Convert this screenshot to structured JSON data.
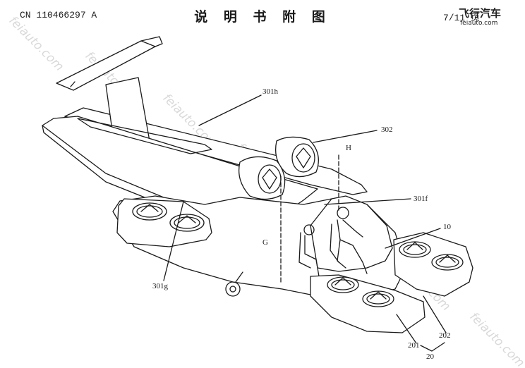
{
  "header": {
    "patent_number": "CN 110466297 A",
    "title": "说 明 书 附 图",
    "page": "7/11 页"
  },
  "logo": {
    "name": "飞行汽车",
    "url_text": "feiauto.com"
  },
  "watermark": "feiauto.com",
  "labels": {
    "l301h": "301h",
    "l302": "302",
    "lH": "H",
    "l301f": "301f",
    "l10": "10",
    "lG": "G",
    "l301g": "301g",
    "l201": "201",
    "l202": "202",
    "l20": "20"
  }
}
